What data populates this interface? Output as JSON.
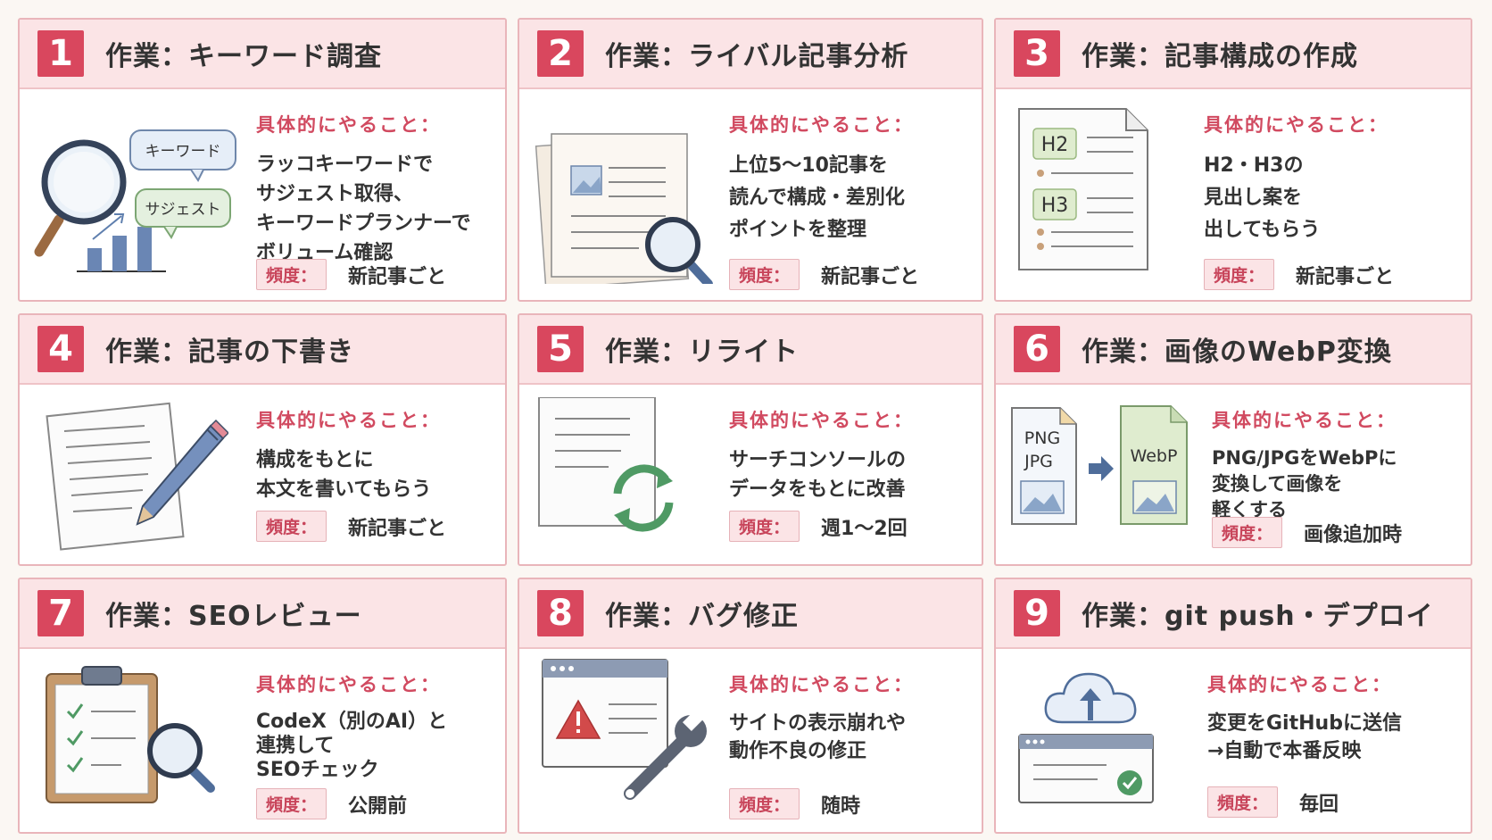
{
  "common": {
    "subheading": "具体的にやること：",
    "freq_label": "頻度："
  },
  "cards": [
    {
      "number": "1",
      "title": "作業：キーワード調査",
      "lines": [
        "ラッコキーワードで",
        "サジェスト取得、",
        "キーワードプランナーで",
        "ボリューム確認"
      ],
      "freq": "新記事ごと",
      "illus": {
        "bubble_keyword": "キーワード",
        "bubble_suggest": "サジェスト"
      }
    },
    {
      "number": "2",
      "title": "作業：ライバル記事分析",
      "lines": [
        "上位5〜10記事を",
        "読んで構成・差別化",
        "ポイントを整理"
      ],
      "freq": "新記事ごと"
    },
    {
      "number": "3",
      "title": "作業：記事構成の作成",
      "lines": [
        "H2・H3の",
        "見出し案を",
        "出してもらう"
      ],
      "freq": "新記事ごと",
      "illus": {
        "h2": "H2",
        "h3": "H3"
      }
    },
    {
      "number": "4",
      "title": "作業：記事の下書き",
      "lines": [
        "構成をもとに",
        "本文を書いてもらう"
      ],
      "freq": "新記事ごと"
    },
    {
      "number": "5",
      "title": "作業：リライト",
      "lines": [
        "サーチコンソールの",
        "データをもとに改善"
      ],
      "freq": "週1〜2回"
    },
    {
      "number": "6",
      "title": "作業：画像のWebP変換",
      "lines": [
        "PNG/JPGをWebPに",
        "変換して画像を",
        "軽くする"
      ],
      "freq": "画像追加時",
      "illus": {
        "png": "PNG",
        "jpg": "JPG",
        "webp": "WebP"
      }
    },
    {
      "number": "7",
      "title": "作業：SEOレビュー",
      "lines": [
        "CodeX（別のAI）と",
        "連携して",
        "SEOチェック"
      ],
      "freq": "公開前"
    },
    {
      "number": "8",
      "title": "作業：バグ修正",
      "lines": [
        "サイトの表示崩れや",
        "動作不良の修正"
      ],
      "freq": "随時"
    },
    {
      "number": "9",
      "title": "作業：git push・デプロイ",
      "lines": [
        "変更をGitHubに送信",
        "→自動で本番反映"
      ],
      "freq": "毎回"
    }
  ],
  "colors": {
    "accent": "#d9475e",
    "header_bg": "#fbe4e6",
    "border": "#e9b5ba",
    "icon_blue": "#4f6d9a",
    "icon_green": "#4f9a64"
  },
  "icons": [
    "magnifier-icon",
    "bar-chart-icon",
    "document-icon",
    "outline-icon",
    "pencil-icon",
    "refresh-icon",
    "file-convert-icon",
    "clipboard-check-icon",
    "browser-warning-icon",
    "wrench-icon",
    "cloud-upload-icon"
  ]
}
